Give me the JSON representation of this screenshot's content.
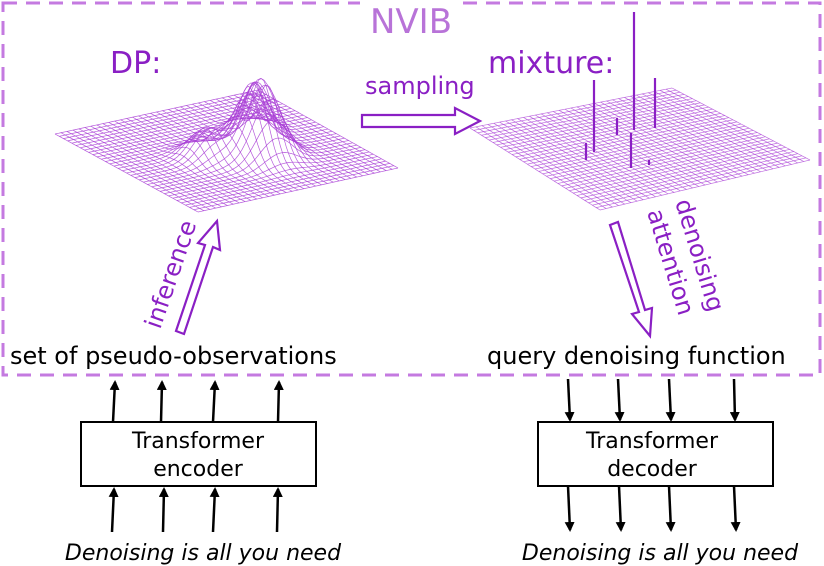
{
  "title": "NVIB",
  "dp_label": "DP:",
  "mixture_label": "mixture:",
  "sampling_label": "sampling",
  "inference_label": "inference",
  "denoising_label": "denoising",
  "attention_label": "attention",
  "pseudo_obs_label": "set of pseudo-observations",
  "query_label": "query denoising function",
  "encoder": {
    "line1": "Transformer",
    "line2": "encoder"
  },
  "decoder": {
    "line1": "Transformer",
    "line2": "decoder"
  },
  "input_text": "Denoising is all you need",
  "output_text": "Denoising is all you need",
  "colors": {
    "accent": "#8a1fc4",
    "title": "#b873d8",
    "dashed": "#c47ae0",
    "mesh": "#a93fd6"
  }
}
